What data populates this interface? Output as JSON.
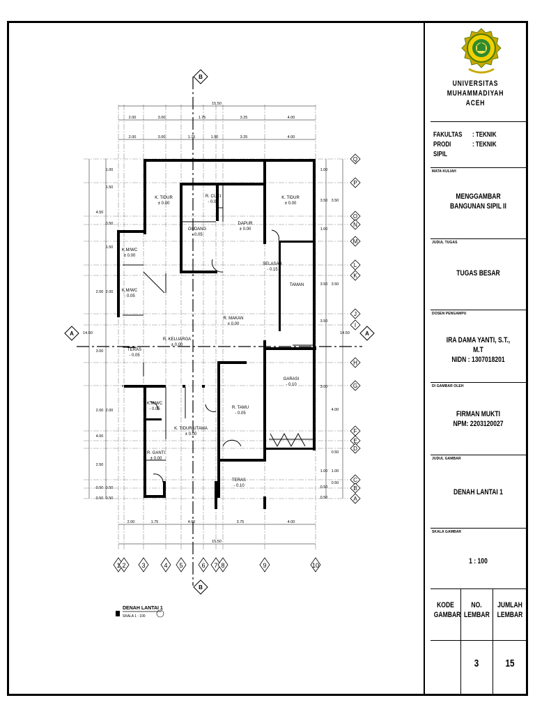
{
  "title_block": {
    "university": [
      "UNIVERSITAS",
      "MUHAMMADIYAH",
      "ACEH"
    ],
    "fakultas_label": "FAKULTAS",
    "fakultas_value": ": TEKNIK",
    "prodi_label": "PRODI",
    "prodi_value": ": TEKNIK SIPIL",
    "mata_kuliah_label": "MATA KULIAH",
    "mata_kuliah_value": [
      "MENGGAMBAR",
      "BANGUNAN SIPIL II"
    ],
    "judul_tugas_label": "JUDUL TUGAS",
    "judul_tugas_value": "TUGAS BESAR",
    "dosen_label": "DOSEN PENGAMPU",
    "dosen_name": "IRA DAMA YANTI, S.T., M.T",
    "dosen_nidn": "NIDN : 1307018201",
    "digambar_label": "DI GAMBAR OLEH",
    "digambar_name": "FIRMAN MUKTI",
    "digambar_npm": "NPM: 2203120027",
    "judul_gambar_label": "JUDUL GAMBAR",
    "judul_gambar_value": "DENAH LANTAI 1",
    "skala_label": "SKALA GAMBAR",
    "skala_value": "1 : 100",
    "kode_label": [
      "KODE",
      "GAMBAR"
    ],
    "no_label": [
      "NO.",
      "LEMBAR"
    ],
    "jumlah_label": [
      "JUMLAH",
      "LEMBAR"
    ],
    "no_value": "3",
    "jumlah_value": "15"
  },
  "plan": {
    "caption": "DENAH LANTAI 1",
    "scale_note": "SKALA 1 : 100",
    "section_markers": [
      "A",
      "B"
    ],
    "column_axes": [
      "1",
      "2",
      "3",
      "4",
      "5",
      "6",
      "7",
      "8",
      "9",
      "10"
    ],
    "row_axes": [
      "Q",
      "P",
      "O",
      "N",
      "M",
      "L",
      "K",
      "J",
      "I",
      "H",
      "G",
      "F",
      "E",
      "D",
      "C",
      "B",
      "A"
    ],
    "overall_width": "15.50",
    "overall_depth": "14.50",
    "top_dims_row1": [
      "2.00",
      "3.00",
      "1.75",
      "3.25",
      "4.00"
    ],
    "top_dims_row2": [
      "2.00",
      "3.00",
      "1.75",
      "1.50",
      "3.25",
      "4.00"
    ],
    "bottom_dims": [
      "2.00",
      "1.75",
      "4.00",
      "3.75",
      "4.00"
    ],
    "left_dims_outer": [
      "4.50",
      "2.00",
      "3.00",
      "2.00",
      "4.00",
      "2.50",
      "0.50",
      "0.50"
    ],
    "left_dims_inner": [
      "1.00",
      "1.50",
      "0.50",
      "1.50",
      "2.00",
      "2.00",
      "0.50",
      "0.50"
    ],
    "right_dims_inner": [
      "1.00",
      "3.50",
      "1.00",
      "3.50",
      "3.50",
      "3.00",
      "1.00",
      "0.50",
      "0.50"
    ],
    "right_dims_outer": [
      "3.50",
      "3.50",
      "4.00",
      "0.50",
      "1.00",
      "0.50"
    ],
    "rooms": [
      {
        "name": "K. TIDUR",
        "level": "± 0.00"
      },
      {
        "name": "R. CUCI",
        "level": "- 0.05"
      },
      {
        "name": "K. TIDUR",
        "level": "± 0.00"
      },
      {
        "name": "GUDANG",
        "level": "- 0.05"
      },
      {
        "name": "DAPUR",
        "level": "± 0.00"
      },
      {
        "name": "K.M/WC",
        "level": "± 0.00"
      },
      {
        "name": "K.M/WC",
        "level": "- 0.05"
      },
      {
        "name": "SELASAR",
        "level": "- 0.15"
      },
      {
        "name": "TAMAN",
        "level": ""
      },
      {
        "name": "R. MAKAN",
        "level": "± 0.00"
      },
      {
        "name": "R. KELUARGA",
        "level": "± 0.00"
      },
      {
        "name": "TERAS",
        "level": "- 0.05"
      },
      {
        "name": "GARASI",
        "level": "- 0.10"
      },
      {
        "name": "K.M/WC",
        "level": "- 0.05"
      },
      {
        "name": "R. TAMU",
        "level": "- 0.05"
      },
      {
        "name": "K. TIDUR UTAMA",
        "level": "± 0.00"
      },
      {
        "name": "R. GANTI",
        "level": "± 0.00"
      },
      {
        "name": "TERAS",
        "level": "- 0.10"
      }
    ]
  }
}
